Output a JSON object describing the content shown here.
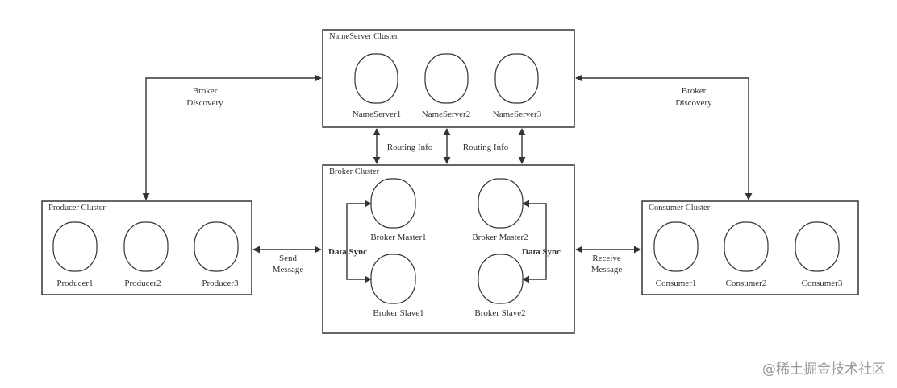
{
  "clusters": {
    "nameserver": {
      "title": "NameServer Cluster",
      "nodes": [
        "NameServer1",
        "NameServer2",
        "NameServer3"
      ]
    },
    "broker": {
      "title": "Broker Cluster",
      "masters": [
        "Broker Master1",
        "Broker Master2"
      ],
      "slaves": [
        "Broker Slave1",
        "Broker Slave2"
      ]
    },
    "producer": {
      "title": "Producer Cluster",
      "nodes": [
        "Producer1",
        "Producer2",
        "Producer3"
      ]
    },
    "consumer": {
      "title": "Consumer Cluster",
      "nodes": [
        "Consumer1",
        "Consumer2",
        "Consumer3"
      ]
    }
  },
  "edges": {
    "broker_discovery": [
      "Broker",
      "Discovery"
    ],
    "routing_info": "Routing Info",
    "send_message": [
      "Send",
      "Message"
    ],
    "receive_message": [
      "Receive",
      "Message"
    ],
    "data_sync": "Data Sync"
  },
  "watermark": "@稀土掘金技术社区",
  "colors": {
    "stroke": "#333333",
    "background": "#ffffff",
    "watermark": "#9a9a9a"
  }
}
